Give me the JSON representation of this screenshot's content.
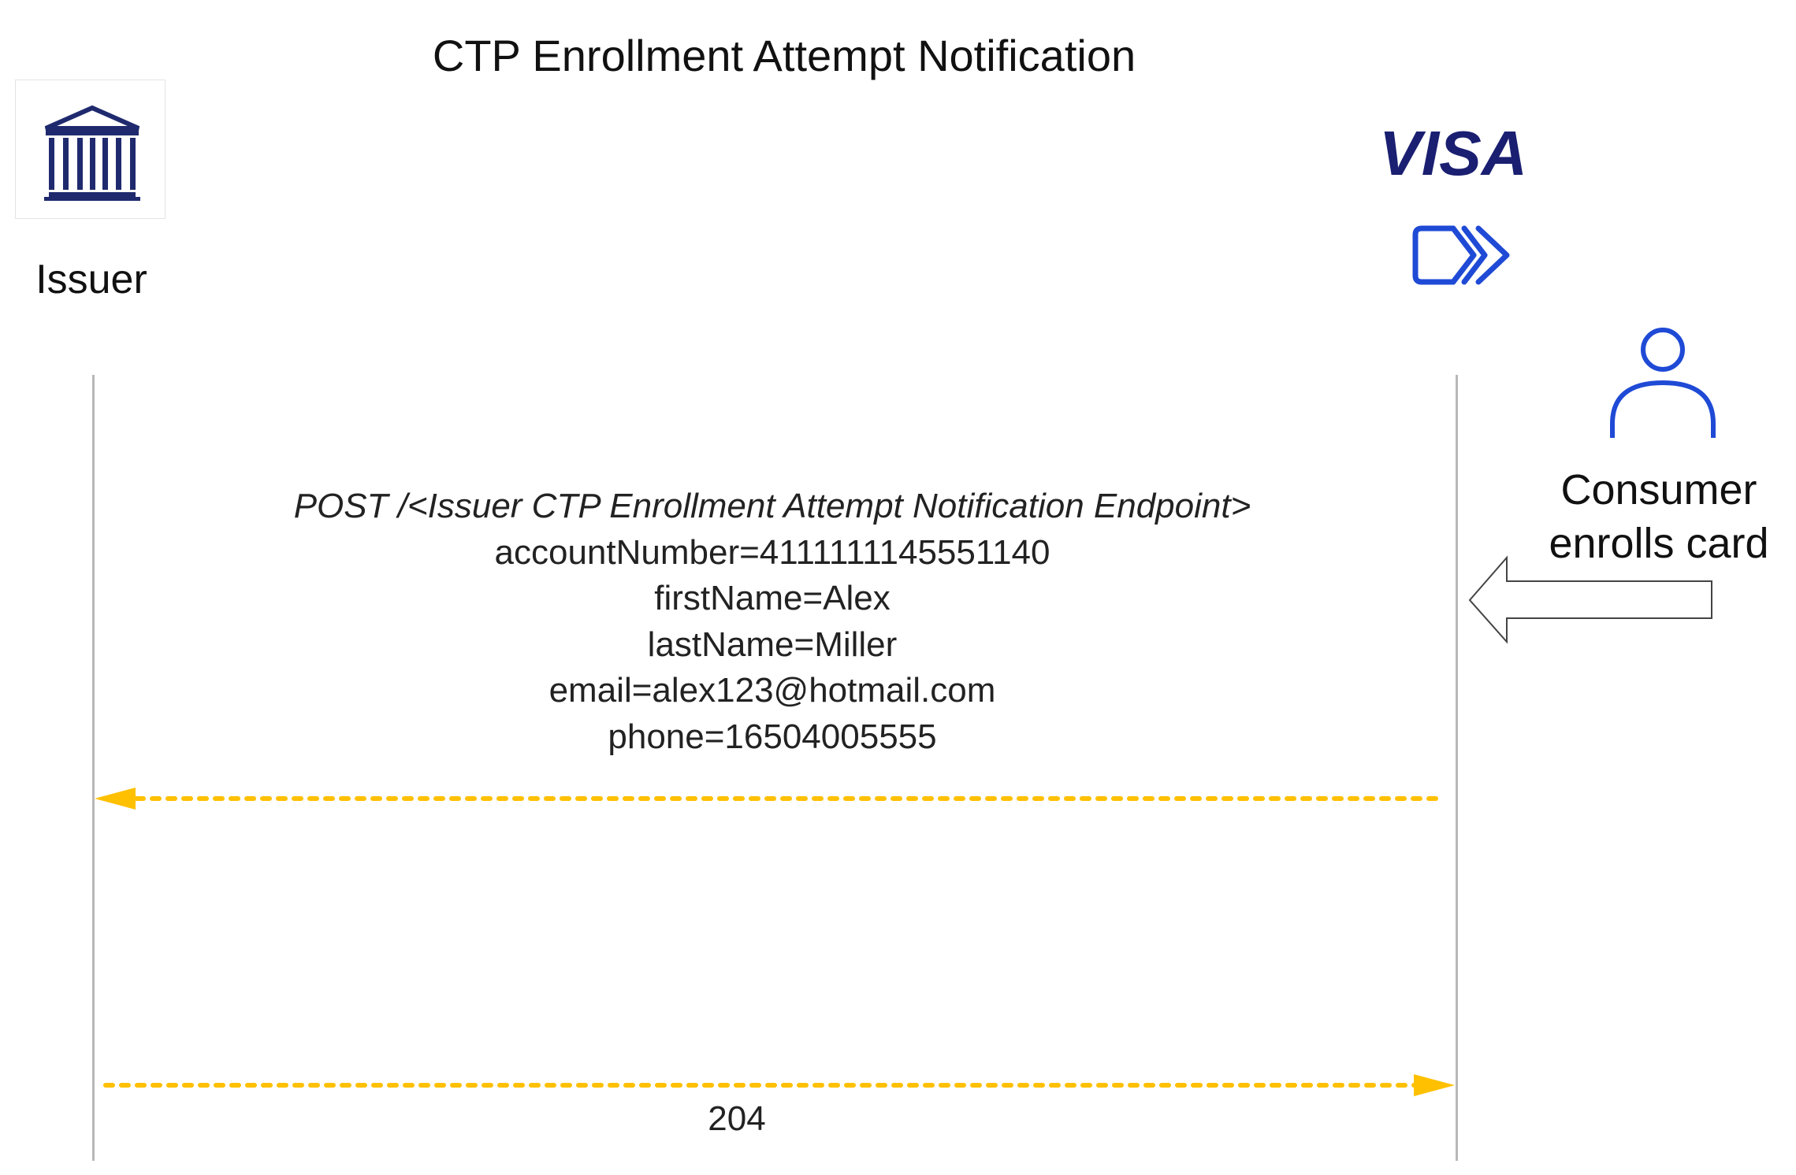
{
  "diagram": {
    "title": "CTP Enrollment Attempt Notification",
    "participants": {
      "issuer": {
        "label": "Issuer",
        "icon": "bank-icon"
      },
      "visa": {
        "brand": "VISA",
        "icon": "click-to-pay-icon"
      },
      "consumer": {
        "label_line1": "Consumer",
        "label_line2": "enrolls card",
        "icon": "person-icon"
      }
    },
    "request": {
      "line1": "POST /<Issuer CTP Enrollment Attempt Notification Endpoint>",
      "line2": "accountNumber=4111111145551140",
      "line3": "firstName=Alex",
      "line4": "lastName=Miller",
      "line5": "email=alex123@hotmail.com",
      "line6": "phone=16504005555"
    },
    "response": {
      "label": "204"
    }
  },
  "colors": {
    "arrow": "#FFC000",
    "lifeline": "#b8b8b8",
    "navy_icon": "#1f2a6e",
    "visa_blue": "#1a1f71",
    "bright_blue": "#1f4ad6"
  }
}
